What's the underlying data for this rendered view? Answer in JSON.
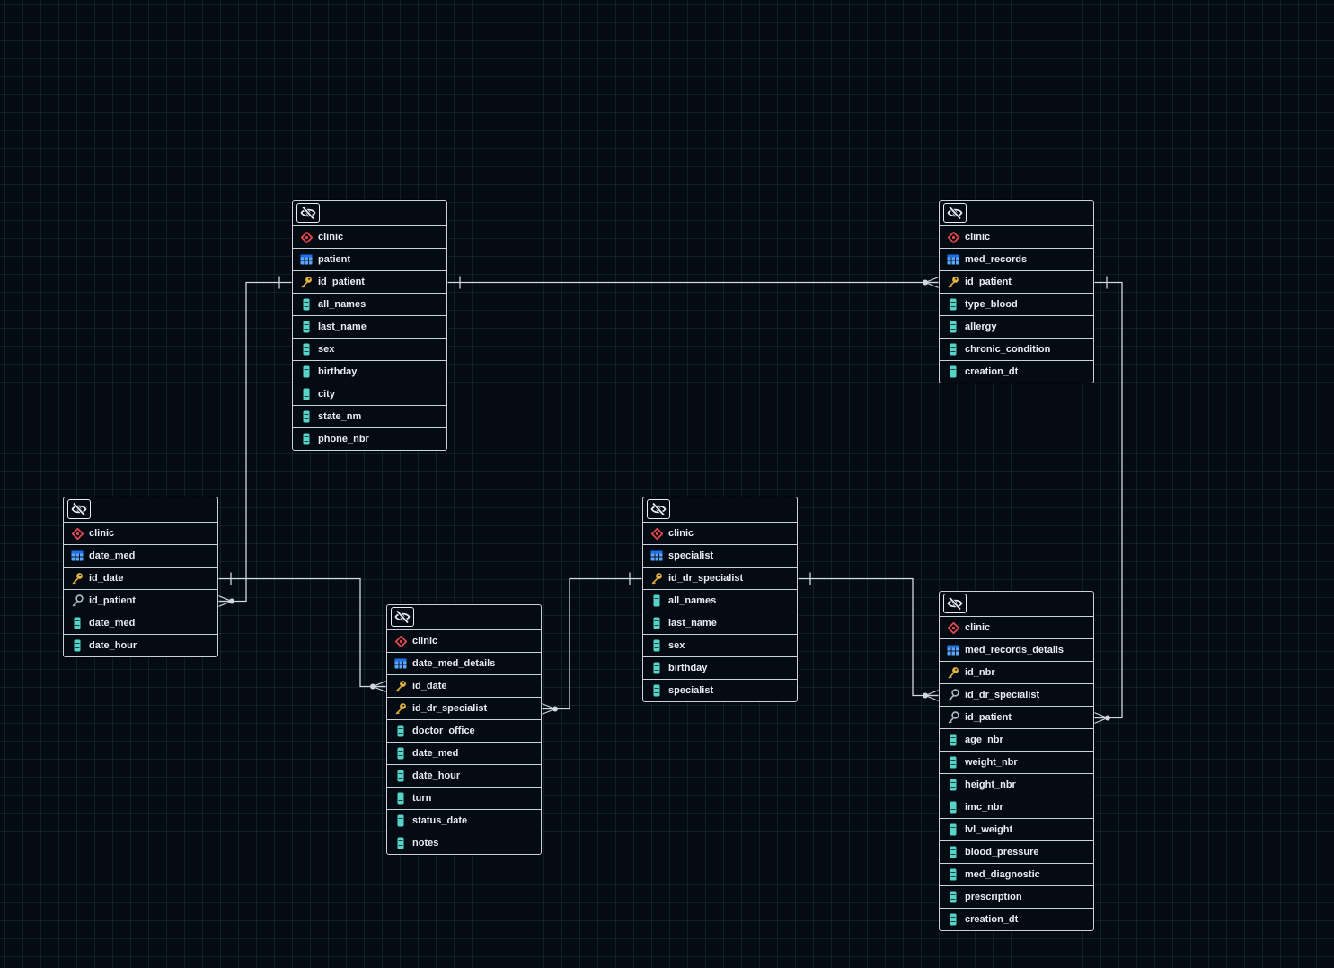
{
  "diagram": {
    "tables": [
      {
        "id": "patient",
        "schema": "clinic",
        "name": "patient",
        "columns": [
          {
            "name": "id_patient",
            "kind": "pk"
          },
          {
            "name": "all_names",
            "kind": "col"
          },
          {
            "name": "last_name",
            "kind": "col"
          },
          {
            "name": "sex",
            "kind": "col"
          },
          {
            "name": "birthday",
            "kind": "col"
          },
          {
            "name": "city",
            "kind": "col"
          },
          {
            "name": "state_nm",
            "kind": "col"
          },
          {
            "name": "phone_nbr",
            "kind": "col"
          }
        ]
      },
      {
        "id": "med_records",
        "schema": "clinic",
        "name": "med_records",
        "columns": [
          {
            "name": "id_patient",
            "kind": "pk"
          },
          {
            "name": "type_blood",
            "kind": "col"
          },
          {
            "name": "allergy",
            "kind": "col"
          },
          {
            "name": "chronic_condition",
            "kind": "col"
          },
          {
            "name": "creation_dt",
            "kind": "col"
          }
        ]
      },
      {
        "id": "date_med",
        "schema": "clinic",
        "name": "date_med",
        "columns": [
          {
            "name": "id_date",
            "kind": "pk"
          },
          {
            "name": "id_patient",
            "kind": "fk"
          },
          {
            "name": "date_med",
            "kind": "col"
          },
          {
            "name": "date_hour",
            "kind": "col"
          }
        ]
      },
      {
        "id": "date_med_details",
        "schema": "clinic",
        "name": "date_med_details",
        "columns": [
          {
            "name": "id_date",
            "kind": "pk"
          },
          {
            "name": "id_dr_specialist",
            "kind": "pk"
          },
          {
            "name": "doctor_office",
            "kind": "col"
          },
          {
            "name": "date_med",
            "kind": "col"
          },
          {
            "name": "date_hour",
            "kind": "col"
          },
          {
            "name": "turn",
            "kind": "col"
          },
          {
            "name": "status_date",
            "kind": "col"
          },
          {
            "name": "notes",
            "kind": "col"
          }
        ]
      },
      {
        "id": "specialist",
        "schema": "clinic",
        "name": "specialist",
        "columns": [
          {
            "name": "id_dr_specialist",
            "kind": "pk"
          },
          {
            "name": "all_names",
            "kind": "col"
          },
          {
            "name": "last_name",
            "kind": "col"
          },
          {
            "name": "sex",
            "kind": "col"
          },
          {
            "name": "birthday",
            "kind": "col"
          },
          {
            "name": "specialist",
            "kind": "col"
          }
        ]
      },
      {
        "id": "med_records_details",
        "schema": "clinic",
        "name": "med_records_details",
        "columns": [
          {
            "name": "id_nbr",
            "kind": "pk"
          },
          {
            "name": "id_dr_specialist",
            "kind": "fk"
          },
          {
            "name": "id_patient",
            "kind": "fk"
          },
          {
            "name": "age_nbr",
            "kind": "col"
          },
          {
            "name": "weight_nbr",
            "kind": "col"
          },
          {
            "name": "height_nbr",
            "kind": "col"
          },
          {
            "name": "imc_nbr",
            "kind": "col"
          },
          {
            "name": "lvl_weight",
            "kind": "col"
          },
          {
            "name": "blood_pressure",
            "kind": "col"
          },
          {
            "name": "med_diagnostic",
            "kind": "col"
          },
          {
            "name": "prescription",
            "kind": "col"
          },
          {
            "name": "creation_dt",
            "kind": "col"
          }
        ]
      }
    ],
    "relations": [
      {
        "from": "patient.id_patient",
        "to": "med_records.id_patient",
        "type": "one-to-many"
      },
      {
        "from": "patient.id_patient",
        "to": "date_med.id_patient",
        "type": "one-to-many"
      },
      {
        "from": "med_records.id_patient",
        "to": "med_records_details.id_patient",
        "type": "one-to-many"
      },
      {
        "from": "date_med.id_date",
        "to": "date_med_details.id_date",
        "type": "one-to-many"
      },
      {
        "from": "specialist.id_dr_specialist",
        "to": "date_med_details.id_dr_specialist",
        "type": "one-to-many"
      },
      {
        "from": "specialist.id_dr_specialist",
        "to": "med_records_details.id_dr_specialist",
        "type": "one-to-many"
      }
    ],
    "icons": {
      "toggle": "eye-off-icon",
      "schema": "schema-diamond-icon",
      "table": "table-icon",
      "pk": "key-icon",
      "fk": "foreign-key-icon",
      "col": "column-icon"
    },
    "colors": {
      "background": "#050b12",
      "grid": "#16222c",
      "border": "#c9d1d9",
      "text": "#e6edf3",
      "schema_icon": "#e5484d",
      "table_icon": "#58a6ff",
      "pk_icon": "#e3b341",
      "fk_icon": "#b1bac4",
      "column_icon": "#56d4c8",
      "link": "#d0d7de"
    }
  }
}
